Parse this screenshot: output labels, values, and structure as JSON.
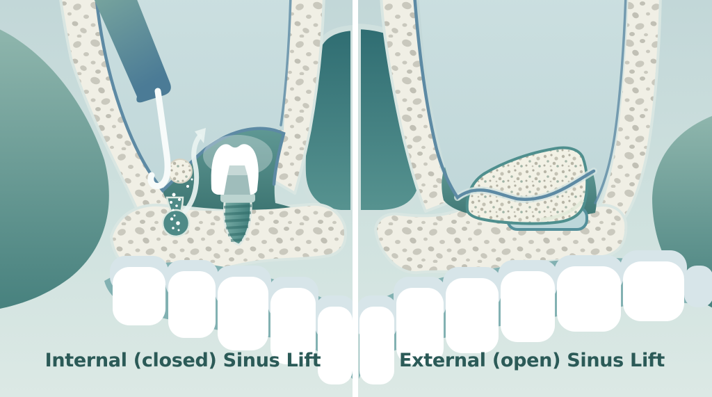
{
  "figure": {
    "kind": "dental sinus lift comparison illustration",
    "orientation": "two side-by-side cross-section panels"
  },
  "panels": [
    {
      "id": "internal-closed",
      "label": "Internal (closed) Sinus Lift"
    },
    {
      "id": "external-open",
      "label": "External (open) Sinus Lift"
    }
  ],
  "divider": {
    "color": "#ffffff"
  },
  "colors": {
    "background_top": "#c2d7d8",
    "background_bottom": "#dce9e5",
    "label_text": "#2b5a57",
    "membrane_line": "#5d8aa4",
    "bone_base": "#f0efe5",
    "bone_spots": "#c9c8bd",
    "sinus_pocket_dark": "#3e7673",
    "nasal_dome_dark": "#2f6d72",
    "cheek_tissue": "#47817e",
    "gum": "#82b1b2",
    "teeth": "#ffffff",
    "implant_body": "#417f7c",
    "instrument_handle": "#4b7b96",
    "graft_material": "#f1f0e4",
    "lift_arrow": "#e9f3f1"
  },
  "illustration": {
    "left_elements": [
      "cheek-tissue",
      "maxilla-bone",
      "sinus-cavity",
      "sinus-membrane",
      "osteotome-instrument",
      "bone-graft-plug",
      "graft-particles",
      "osteotomy-channel",
      "lift-arrow",
      "implant-crown",
      "implant-screw",
      "gum-line",
      "teeth-row"
    ],
    "right_elements": [
      "cheek-tissue",
      "maxilla-bone",
      "sinus-cavity",
      "sinus-membrane",
      "bone-graft-fill",
      "lateral-window-flap",
      "gum-line",
      "teeth-row"
    ]
  }
}
